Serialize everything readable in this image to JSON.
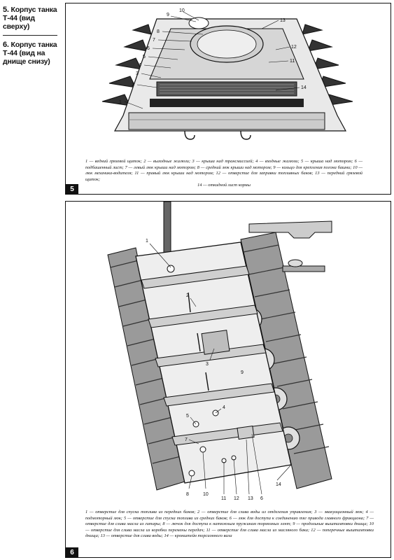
{
  "captions": [
    {
      "number": "5.",
      "title": "Корпус танка Т-44 (вид сверху)"
    },
    {
      "number": "6.",
      "title": "Корпус танка Т-44 (вид на днище снизу)"
    }
  ],
  "figure5": {
    "badge": "5",
    "callouts": [
      "1",
      "2",
      "3",
      "4",
      "5",
      "6",
      "7",
      "8",
      "9",
      "10",
      "11",
      "12",
      "13",
      "14"
    ],
    "legend": "1 — ведний грязевой щиток; 2 — выходные жалюзи; 3 — крыша над трансмиссией; 4 — входные жалюзи; 5 — крыша над мотором; 6 — подбашенный лист; 7 — левый люк крыши над мотором; 8 — средний люк крыши над мотором; 9 — кольцо для крепления погона башни; 10 — люк механика-водителя; 11 — правый люк крыши над мотором; 12 — отверстие для заправки топливных баков; 13 — передний грязевой щиток;",
    "legend_last": "14 — откидной лист кормы"
  },
  "figure6": {
    "badge": "6",
    "callouts": [
      "1",
      "2",
      "3",
      "4",
      "5",
      "6",
      "7",
      "8",
      "9",
      "10",
      "11",
      "12",
      "13",
      "14"
    ],
    "legend": "1 — отверстие для спуска топлива из передних баков; 2 — отверстие для слива воды из отделения управления; 3 — эвакуационный люк; 4 — подмоторный люк; 5 — отверстие для спуска топлива из средних баков; 6 — люк для доступа к соединению тяг привода главного фрикциона; 7 — отверстие для слива масла из гитары; 8 — лючок для доступа к натяжным пружинам тормозных лент; 9 — продольные выштамповки днища; 10 — отверстие для слива масла из коробки перемены передач; 11 — отверстие для слива масла из масляного бака; 12 — поперечные выштамповки днища; 13 — отверстие для слива воды; 14 — кронштейн торсионного вала"
  }
}
